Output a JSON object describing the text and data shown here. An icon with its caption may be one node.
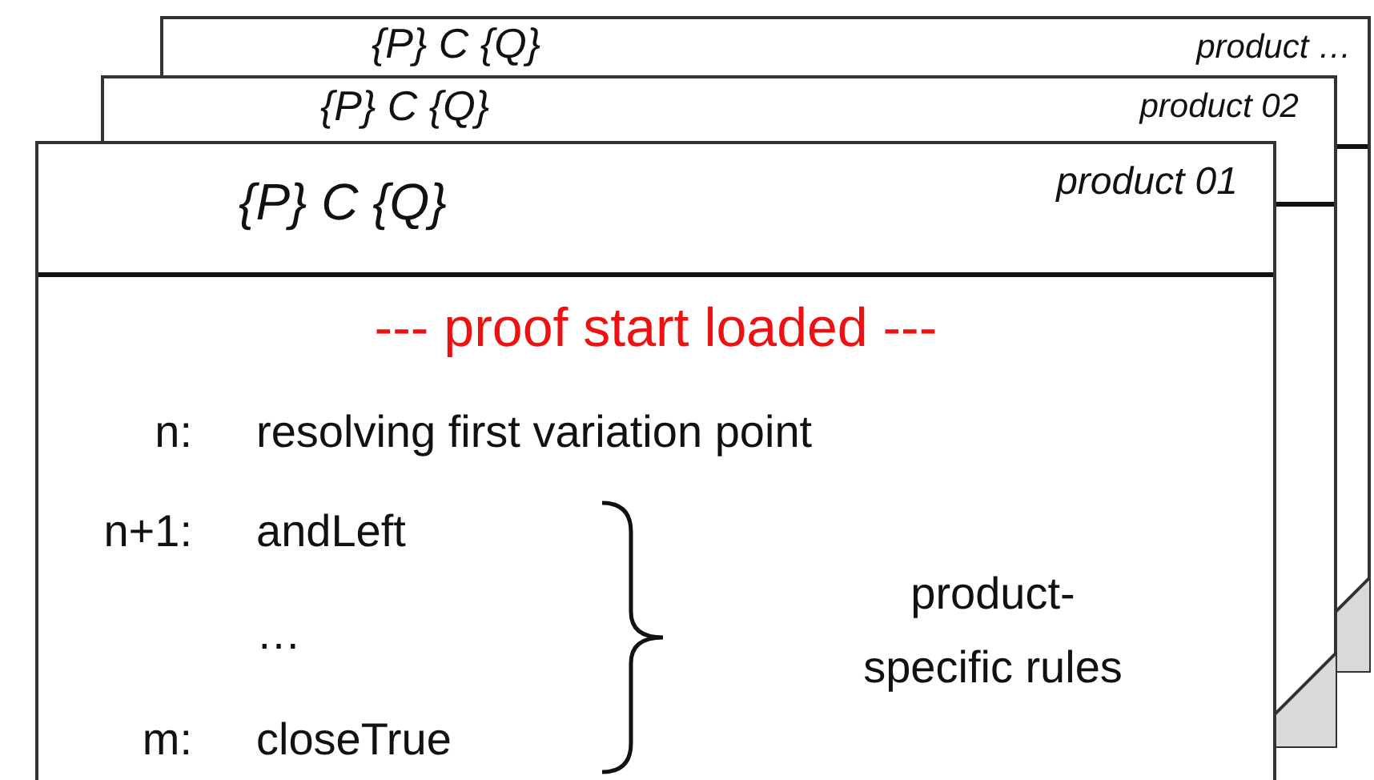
{
  "diagram": {
    "nodes": [
      {
        "text": [
          "{P} C {Q}",
          "product …"
        ]
      },
      {
        "text": [
          "{P} C {Q}",
          "product 02"
        ]
      },
      {
        "text": [
          "{P} C {Q}",
          "product 01"
        ]
      }
    ],
    "labels": [
      "--- proof start loaded ---",
      "n:",
      "resolving first variation point",
      "n+1:",
      "andLeft",
      "…",
      "m:",
      "closeTrue",
      "product- specific rules"
    ]
  }
}
